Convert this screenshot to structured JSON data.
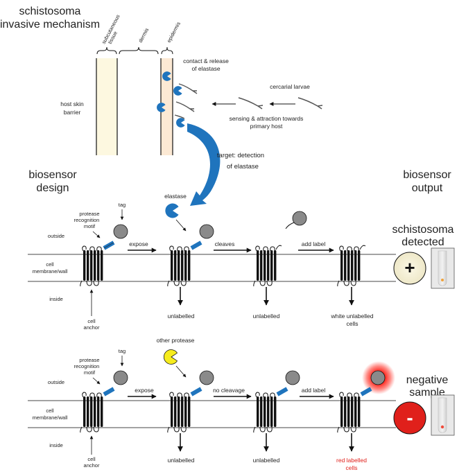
{
  "title": {
    "line1": "schistosoma",
    "line2": "invasive mechanism"
  },
  "skin_layers": {
    "subcutaneous_line1": "subcutaneous",
    "subcutaneous_line2": "tissue",
    "dermis": "dermis",
    "epidermis": "epidermis"
  },
  "host_skin": {
    "line1": "host skin",
    "line2": "barrier"
  },
  "contact": {
    "line1": "contact & release",
    "line2": "of elastase"
  },
  "cercarial": "cercarial larvae",
  "sensing": {
    "line1": "sensing & attraction towards",
    "line2": "primary host"
  },
  "target": {
    "line1": "target: detection",
    "line2": "of elastase"
  },
  "biosensor_design": {
    "line1": "biosensor",
    "line2": "design"
  },
  "biosensor_output": {
    "line1": "biosensor",
    "line2": "output"
  },
  "labels": {
    "elastase": "elastase",
    "other_protease": "other protease",
    "tag": "tag",
    "protease_line1": "protease",
    "protease_line2": "recognition",
    "protease_line3": "motif",
    "outside": "outside",
    "inside": "inside",
    "cell_mem_line1": "cell",
    "cell_mem_line2": "membrane/wall",
    "anchor_line1": "cell",
    "anchor_line2": "anchor"
  },
  "row1": {
    "step1": "expose",
    "step2": "cleaves",
    "step3": "add label",
    "out1": "unlabelled",
    "out2": "unlabelled",
    "out3_line1": "white unlabelled",
    "out3_line2": "cells"
  },
  "row2": {
    "step1": "expose",
    "step2": "no cleavage",
    "step3": "add label",
    "out1": "unlabelled",
    "out2": "unlabelled",
    "out3_line1": "red labelled",
    "out3_line2": "cells"
  },
  "positive": {
    "line1": "schistosoma",
    "line2": "detected",
    "symbol": "+"
  },
  "negative": {
    "line1": "negative",
    "line2": "sample",
    "symbol": "-"
  },
  "colors": {
    "elastase": "#1f74bd",
    "other_protease": "#f6ec1e",
    "negative": "#e0201b",
    "tag": "#8a8a8a",
    "skin": "#fdf8e0",
    "epidermis": "#fce9d4"
  }
}
